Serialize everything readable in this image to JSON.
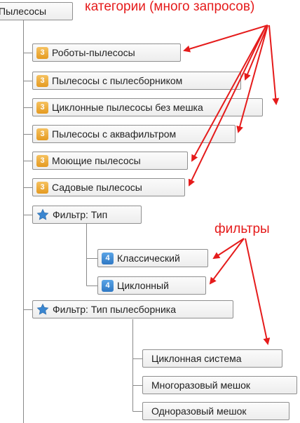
{
  "root": {
    "label": "Пылесосы"
  },
  "categories": [
    {
      "badge": "3",
      "label": "Роботы-пылесосы"
    },
    {
      "badge": "3",
      "label": "Пылесосы с пылесборником"
    },
    {
      "badge": "3",
      "label": "Циклонные пылесосы без мешка"
    },
    {
      "badge": "3",
      "label": "Пылесосы с аквафильтром"
    },
    {
      "badge": "3",
      "label": "Моющие пылесосы"
    },
    {
      "badge": "3",
      "label": "Садовые пылесосы"
    }
  ],
  "filter1": {
    "icon": "star-icon",
    "label": "Фильтр: Тип",
    "children": [
      {
        "badge": "4",
        "label": "Классический"
      },
      {
        "badge": "4",
        "label": "Циклонный"
      }
    ]
  },
  "filter2": {
    "icon": "star-icon",
    "label": "Фильтр: Тип пылесборника",
    "children": [
      {
        "label": "Циклонная система"
      },
      {
        "label": "Многоразовый мешок"
      },
      {
        "label": "Одноразовый мешок"
      }
    ]
  },
  "annotations": {
    "categories": "категории (много запросов)",
    "filters": "фильтры"
  },
  "colors": {
    "annotation": "#e51b1b",
    "badge_orange": "#e9a02a",
    "badge_blue": "#3a86d0",
    "star": "#3a86d0"
  }
}
